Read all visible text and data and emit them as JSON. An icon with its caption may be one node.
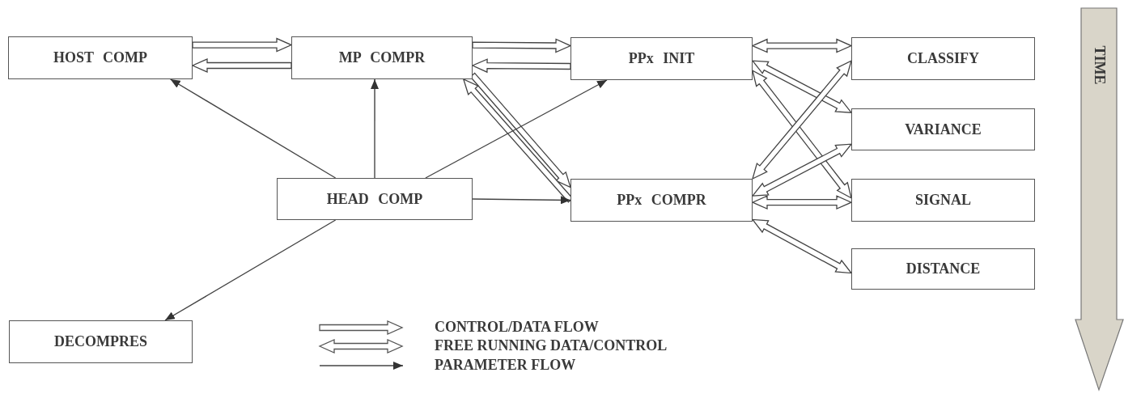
{
  "diagram": {
    "nodes": [
      {
        "text": [
          "HOST COMP"
        ]
      },
      {
        "text": [
          "MP COMPR"
        ]
      },
      {
        "text": [
          "PPx INIT"
        ]
      },
      {
        "text": [
          "CLASSIFY"
        ]
      },
      {
        "text": [
          "VARIANCE"
        ]
      },
      {
        "text": [
          "SIGNAL"
        ]
      },
      {
        "text": [
          "DISTANCE"
        ]
      },
      {
        "text": [
          "HEAD COMP"
        ]
      },
      {
        "text": [
          "PPx COMPR"
        ]
      },
      {
        "text": [
          "DECOMPRES"
        ]
      }
    ],
    "edges": [
      {
        "from": 0,
        "to": 1,
        "arrow": "to",
        "style": "thick"
      },
      {
        "from": 1,
        "to": 0,
        "arrow": "to",
        "style": "thick"
      },
      {
        "from": 1,
        "to": 2,
        "arrow": "to",
        "style": "thick"
      },
      {
        "from": 2,
        "to": 1,
        "arrow": "to",
        "style": "thick"
      },
      {
        "from": 1,
        "to": 8,
        "arrow": "to",
        "style": "thick"
      },
      {
        "from": 8,
        "to": 1,
        "arrow": "to",
        "style": "thick"
      },
      {
        "from": 7,
        "to": 0,
        "arrow": "to"
      },
      {
        "from": 7,
        "to": 1,
        "arrow": "to"
      },
      {
        "from": 7,
        "to": 2,
        "arrow": "to"
      },
      {
        "from": 7,
        "to": 8,
        "arrow": "to"
      },
      {
        "from": 7,
        "to": 9,
        "arrow": "to"
      },
      {
        "from": 2,
        "to": 3,
        "arrow": "both",
        "style": "thick"
      },
      {
        "from": 2,
        "to": 4,
        "arrow": "both",
        "style": "thick"
      },
      {
        "from": 2,
        "to": 5,
        "arrow": "both",
        "style": "thick"
      },
      {
        "from": 8,
        "to": 3,
        "arrow": "both",
        "style": "thick"
      },
      {
        "from": 8,
        "to": 4,
        "arrow": "both",
        "style": "thick"
      },
      {
        "from": 8,
        "to": 5,
        "arrow": "both",
        "style": "thick"
      },
      {
        "from": 8,
        "to": 6,
        "arrow": "both",
        "style": "thick"
      }
    ],
    "labels": [
      "TIME"
    ],
    "legend": [
      {
        "text": "CONTROL/DATA FLOW"
      },
      {
        "text": "FREE RUNNING DATA/CONTROL"
      },
      {
        "text": "PARAMETER FLOW"
      }
    ]
  }
}
